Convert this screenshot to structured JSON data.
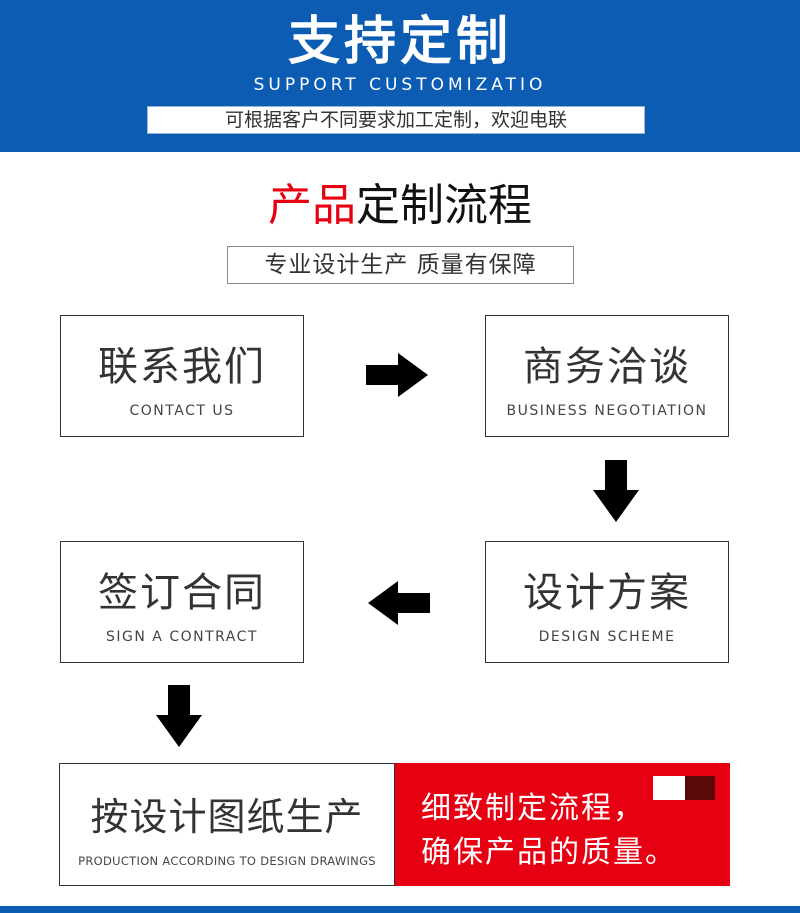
{
  "banner": {
    "title": "支持定制",
    "subtitle": "SUPPORT CUSTOMIZATIO",
    "note": "可根据客户不同要求加工定制，欢迎电联",
    "color": "#0d5cb4"
  },
  "process": {
    "title_red": "产品",
    "title_rest": "定制流程",
    "subtitle": "专业设计生产 质量有保障"
  },
  "steps": [
    {
      "cn": "联系我们",
      "en": "CONTACT US"
    },
    {
      "cn": "商务洽谈",
      "en": "BUSINESS NEGOTIATION"
    },
    {
      "cn": "设计方案",
      "en": "DESIGN SCHEME"
    },
    {
      "cn": "签订合同",
      "en": "SIGN A CONTRACT"
    },
    {
      "cn": "按设计图纸生产",
      "en": "PRODUCTION ACCORDING TO DESIGN DRAWINGS"
    }
  ],
  "quality": {
    "line1": "细致制定流程，",
    "line2": "确保产品的质量。",
    "color": "#e60012"
  },
  "icons": {
    "arrow_right": "arrow-right-icon",
    "arrow_down": "arrow-down-icon",
    "arrow_left": "arrow-left-icon"
  }
}
